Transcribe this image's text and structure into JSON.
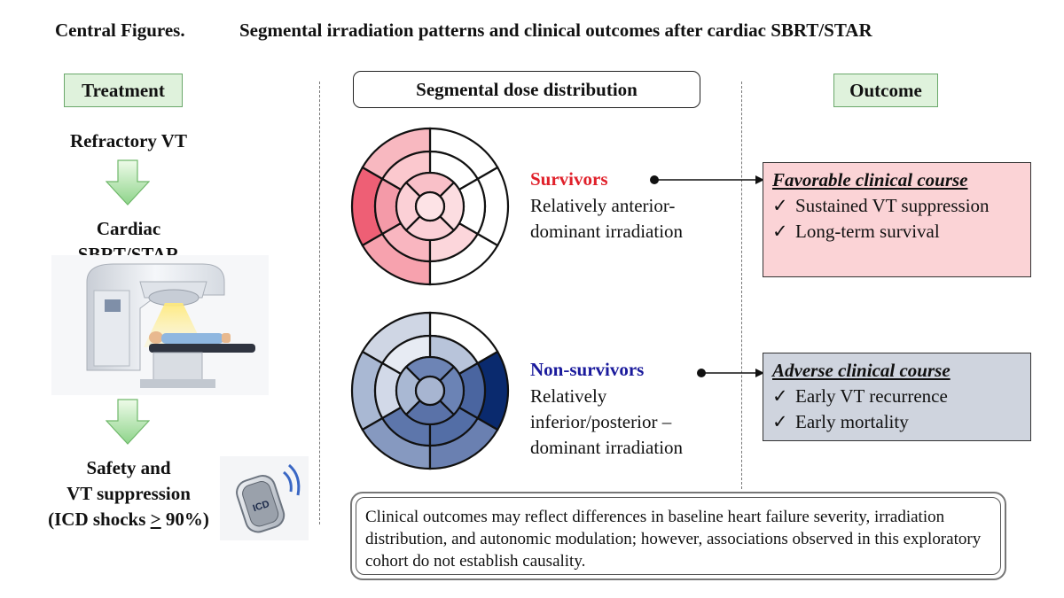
{
  "title": {
    "lead": "Central Figures.",
    "main": "Segmental irradiation patterns and clinical outcomes after cardiac SBRT/STAR"
  },
  "headers": {
    "treatment": "Treatment",
    "segmental": "Segmental dose distribution",
    "outcome": "Outcome"
  },
  "treatment": {
    "step1": "Refractory VT",
    "step2_line1": "Cardiac",
    "step2_line2": "SBRT/STAR",
    "step3_line1": "Safety and",
    "step3_line2": "VT suppression",
    "step3_line3_pre": "(ICD shocks ",
    "step3_line3_sym": ">",
    "step3_line3_post": " 90%)",
    "device_label": "ICD"
  },
  "groups": {
    "survivors": {
      "label": "Survivors",
      "desc_line1": "Relatively anterior-",
      "desc_line2": "dominant irradiation"
    },
    "nonsurvivors": {
      "label": "Non-survivors",
      "desc_line1": "Relatively",
      "desc_line2": "inferior/posterior –",
      "desc_line3": "dominant irradiation"
    }
  },
  "outcomes": {
    "favorable": {
      "title": "Favorable clinical course",
      "items": [
        "Sustained VT suppression",
        "Long-term survival"
      ]
    },
    "adverse": {
      "title": "Adverse clinical course",
      "items": [
        "Early VT recurrence",
        "Early mortality"
      ]
    },
    "check_symbol": "✓"
  },
  "note": "Clinical outcomes may reflect differences in baseline heart failure severity, irradiation distribution, and autonomic modulation; however, associations observed in this exploratory cohort do not establish causality.",
  "bullseye": {
    "survivors": {
      "basal": [
        "#ffffff",
        "#f8b8c0",
        "#ee5f75",
        "#f7a2ae",
        "#ffffff",
        "#ffffff"
      ],
      "mid": [
        "#ffffff",
        "#fbc8ce",
        "#f49aa8",
        "#f9b6c0",
        "#fcd6db",
        "#ffffff"
      ],
      "apical": [
        "#f9c0c8",
        "#fbd0d6",
        "#fbd0d6",
        "#fcdde1"
      ],
      "apex": "#fde3e6"
    },
    "nonsurvivors": {
      "basal": [
        "#ffffff",
        "#cfd6e4",
        "#a9b8d3",
        "#8699c0",
        "#6a80b1",
        "#0a2a6e"
      ],
      "mid": [
        "#b8c4da",
        "#e7ebf3",
        "#d2d9e8",
        "#5d76ab",
        "#536ea6",
        "#4a65a0"
      ],
      "apical": [
        "#6d84b5",
        "#a9b8d3",
        "#5a72a8",
        "#6b83b5"
      ],
      "apex": "#a7b5d1"
    }
  },
  "colors": {
    "green_box": "#dff2dc",
    "favorable_box": "#fbd3d6",
    "adverse_box": "#cfd4de",
    "survivor_text": "#e0202a",
    "nonsurvivor_text": "#1a1a9c"
  }
}
